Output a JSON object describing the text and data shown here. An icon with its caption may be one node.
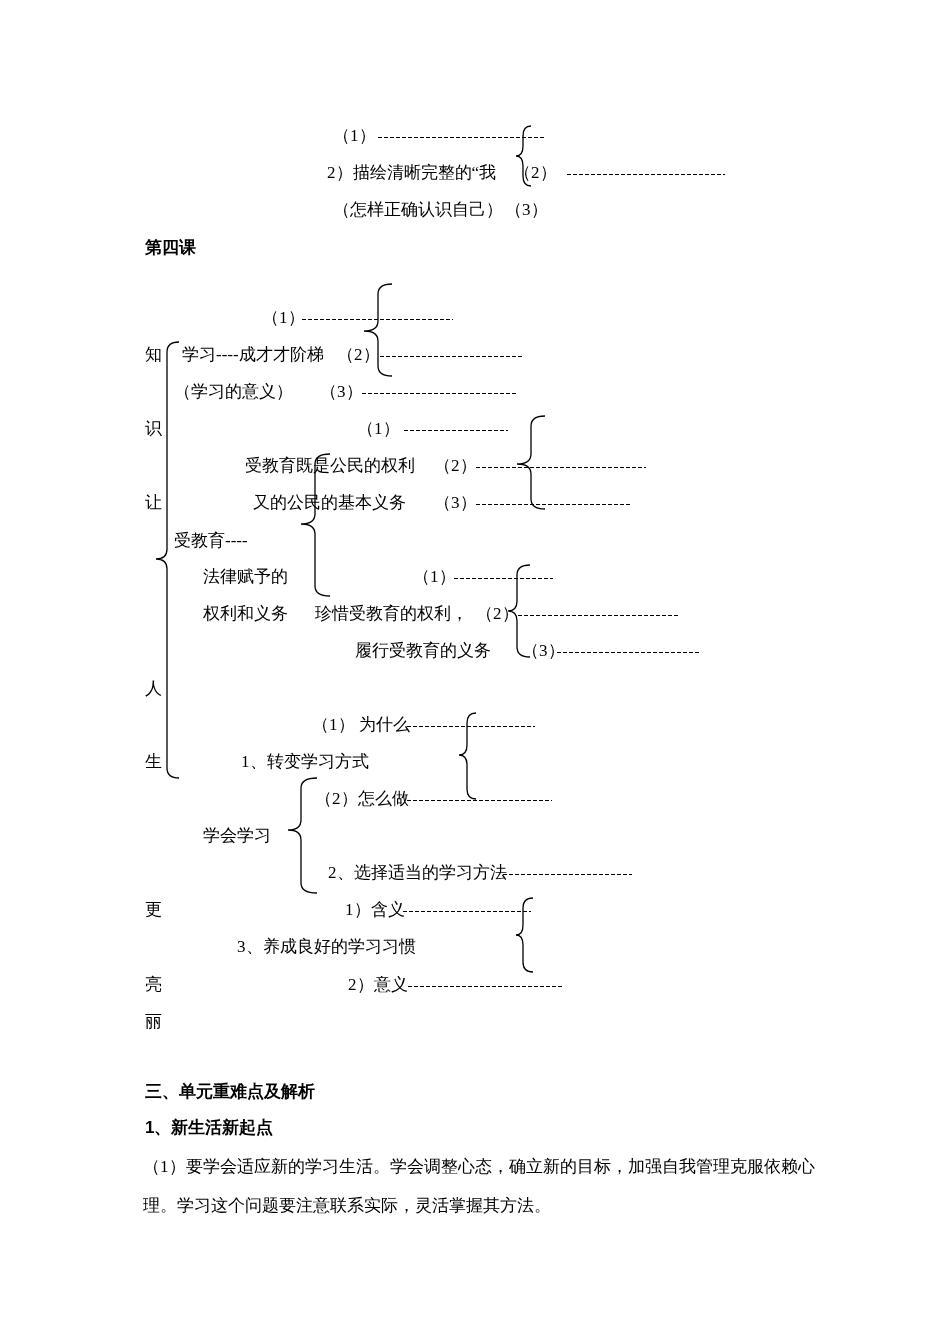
{
  "diagram": {
    "labels": [
      "（1）",
      "2）描绘清晰完整的“我",
      "（2）",
      "（怎样正确认识自己）",
      "（3）",
      "第四课",
      "（1）",
      "知",
      "学习----成才才阶梯",
      "（2）",
      "（学习的意义）",
      "（3）",
      "识",
      "（1）",
      "受教育既是公民的权利",
      "（2）",
      "让",
      "又的公民的基本义务",
      "（3）",
      "受教育----",
      "法律赋予的",
      "（1）",
      "权利和义务",
      "珍惜受教育的权利，",
      "（2）",
      "履行受教育的义务",
      "（3）",
      "人",
      "（1） 为什么",
      "生",
      "1、转变学习方式",
      "（2）怎么做",
      "学会学习",
      "2、选择适当的学习方法",
      "更",
      "1）含义",
      "3、养成良好的学习习惯",
      "亮",
      "2）意义",
      "丽",
      "三、单元重难点及解析",
      "1、新生活新起点",
      "（1）要学会适应新的学习生活。学会调整心态，确立新的目标，加强自我管理克服依赖心理。学习这个问题要注意联系实际，灵活掌握其方法。"
    ]
  }
}
